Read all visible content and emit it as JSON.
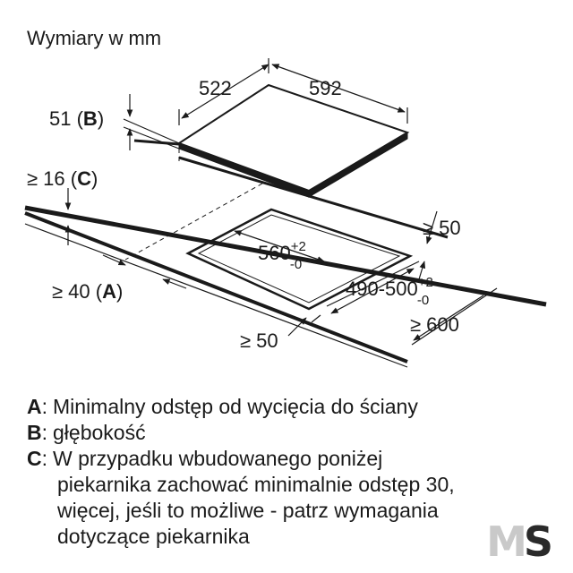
{
  "title": "Wymiary w mm",
  "dimensions": {
    "width_hob": "522",
    "depth_hob": "592",
    "depth_b": "51 (",
    "depth_b_key": "B",
    "depth_b_close": ")",
    "gap_c": "≥ 16 (",
    "gap_c_key": "C",
    "gap_c_close": ")",
    "cut_width": "560",
    "cut_width_tol_plus": "+2",
    "cut_width_tol_minus": "-0",
    "cut_depth": "490-500",
    "cut_depth_tol_plus": "+2",
    "cut_depth_tol_minus": "-0",
    "min_a": "≥ 40 (",
    "min_a_key": "A",
    "min_a_close": ")",
    "min_right": "≥ 50",
    "min_front": "≥ 50",
    "min_600": "≥ 600"
  },
  "legend": {
    "a_key": "A",
    "a_text": "Minimalny odstęp od wycięcia do ściany",
    "b_key": "B",
    "b_text": "głębokość",
    "c_key": "C",
    "c_line1": "W przypadku wbudowanego poniżej",
    "c_line2": "piekarnika zachować minimalnie odstęp 30,",
    "c_line3": "więcej, jeśli to możliwe - patrz wymagania",
    "c_line4": "dotyczące piekarnika"
  },
  "watermark": {
    "m": "M",
    "s": "S"
  }
}
